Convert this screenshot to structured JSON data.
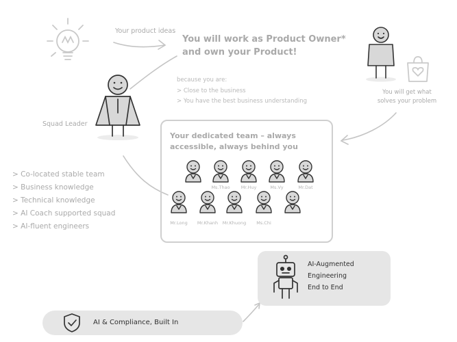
{
  "arrow_label": "Your product ideas",
  "po_title": [
    "You will work as Product Owner*",
    "and own your Product!"
  ],
  "because": {
    "intro": "because you are:",
    "items": [
      "> Close to the business",
      "> You have the best business understanding"
    ]
  },
  "squad_leader": "Squad Leader",
  "customer_text": [
    "You will get what",
    "solves your problem"
  ],
  "team": {
    "title": [
      "Your dedicated team – always",
      "accessible, always behind you"
    ],
    "row1_names": [
      "",
      "Ms.Thao",
      "Mr.Huy",
      "Ms.Vy",
      "Mr.Dat"
    ],
    "row2_names": [
      "Mr.Long",
      "Mr.Khanh",
      "Mr.Khuong",
      "Ms.Chi",
      ""
    ]
  },
  "benefits": [
    "> Co-located stable team",
    "> Business knowledge",
    "> Technical knowledge",
    "> AI Coach supported squad",
    "> AI-fluent engineers"
  ],
  "ai_box": [
    "AI-Augmented",
    "Engineering",
    "End to End"
  ],
  "compliance": "AI & Compliance, Built In",
  "icons": [
    "lightbulb-icon",
    "person-icon",
    "shopping-bag-heart-icon",
    "robot-icon",
    "shield-check-icon"
  ],
  "colors": {
    "soft_text": "#a9a9a9",
    "dark_text": "#2f2f2f",
    "pill_bg": "#e6e6e6",
    "box_border": "#cfcfcf"
  }
}
